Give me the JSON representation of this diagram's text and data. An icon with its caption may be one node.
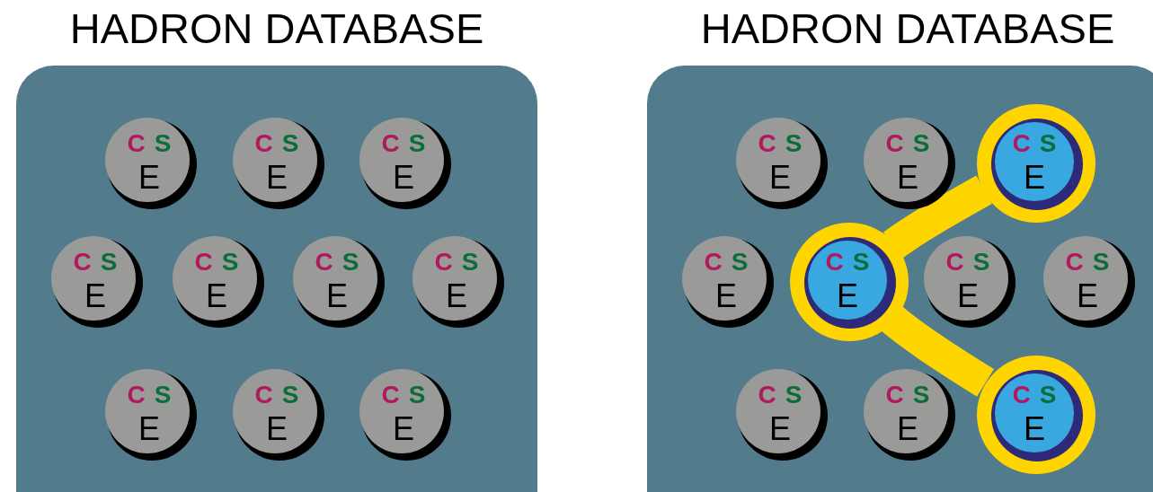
{
  "diagram": {
    "nodes": [
      {
        "text": [
          "HADRON DATABASE"
        ]
      },
      {
        "text": [
          "C",
          "S",
          "E"
        ],
        "in": 0
      },
      {
        "text": [
          "C",
          "S",
          "E"
        ],
        "in": 0
      },
      {
        "text": [
          "C",
          "S",
          "E"
        ],
        "in": 0
      },
      {
        "text": [
          "C",
          "S",
          "E"
        ],
        "in": 0
      },
      {
        "text": [
          "C",
          "S",
          "E"
        ],
        "in": 0
      },
      {
        "text": [
          "C",
          "S",
          "E"
        ],
        "in": 0
      },
      {
        "text": [
          "C",
          "S",
          "E"
        ],
        "in": 0
      },
      {
        "text": [
          "C",
          "S",
          "E"
        ],
        "in": 0
      },
      {
        "text": [
          "C",
          "S",
          "E"
        ],
        "in": 0
      },
      {
        "text": [
          "C",
          "S",
          "E"
        ],
        "in": 0
      },
      {
        "text": [
          "HADRON DATABASE"
        ]
      },
      {
        "text": [
          "C",
          "S",
          "E"
        ],
        "in": 11
      },
      {
        "text": [
          "C",
          "S",
          "E"
        ],
        "in": 11
      },
      {
        "text": [
          "C",
          "S",
          "E"
        ],
        "in": 11
      },
      {
        "text": [
          "C",
          "S",
          "E"
        ],
        "in": 11
      },
      {
        "text": [
          "C",
          "S",
          "E"
        ],
        "in": 11
      },
      {
        "text": [
          "C",
          "S",
          "E"
        ],
        "in": 11
      },
      {
        "text": [
          "C",
          "S",
          "E"
        ],
        "in": 11
      },
      {
        "text": [
          "C",
          "S",
          "E"
        ],
        "in": 11
      },
      {
        "text": [
          "C",
          "S",
          "E"
        ],
        "in": 11
      },
      {
        "text": [
          "C",
          "S",
          "E"
        ],
        "in": 11
      }
    ],
    "edges": [
      {
        "from": 16,
        "to": 14,
        "arrow": "none"
      },
      {
        "from": 16,
        "to": 21,
        "arrow": "none"
      }
    ]
  }
}
